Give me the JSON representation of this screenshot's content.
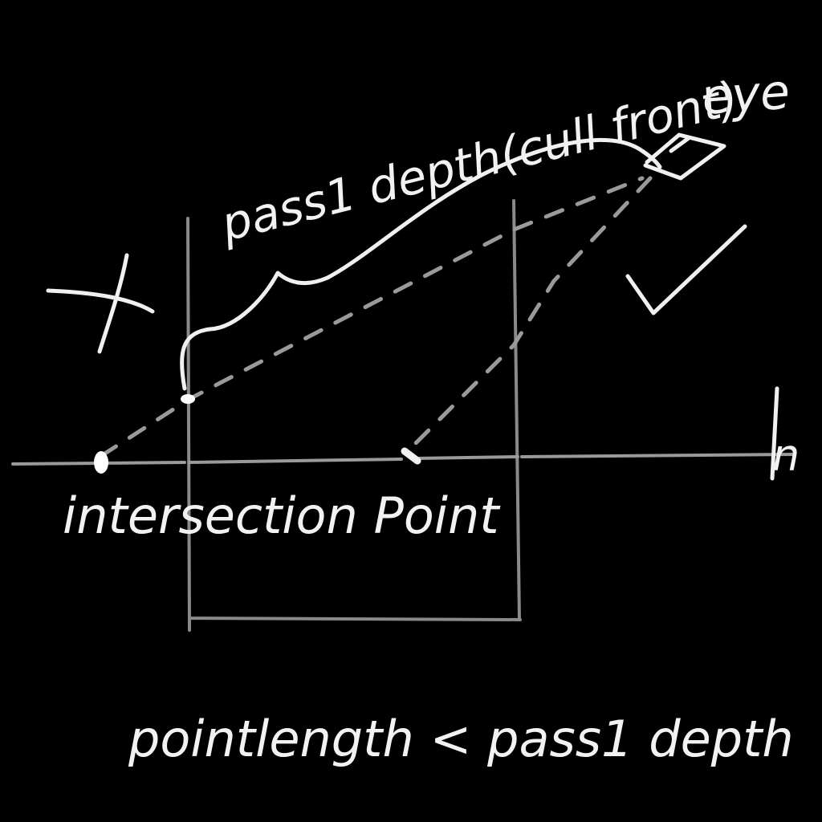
{
  "labels": {
    "eye": "eye",
    "pass1_depth_annotation": "pass1 depth(cull front)",
    "intersection_point": "intersection Point",
    "n_label": "n",
    "equation": "pointlength < pass1 depth"
  },
  "colors": {
    "background": "#000000",
    "chalk": "#f0f0f0",
    "structure": "#8a8a8a"
  },
  "icons": {
    "rejected": "cross-mark-icon",
    "accepted": "check-mark-icon",
    "eye": "eye-arrow-icon"
  }
}
